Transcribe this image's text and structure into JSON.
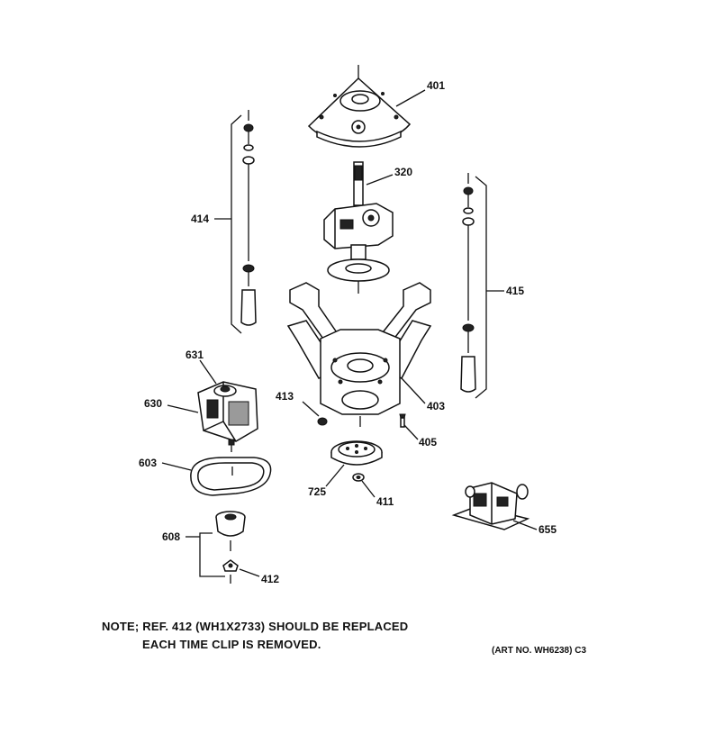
{
  "labels": {
    "p401": "401",
    "p320": "320",
    "p414": "414",
    "p415": "415",
    "p631": "631",
    "p630": "630",
    "p413": "413",
    "p403": "403",
    "p405": "405",
    "p603": "603",
    "p725": "725",
    "p411": "411",
    "p655": "655",
    "p608": "608",
    "p412": "412"
  },
  "note": {
    "line1": "NOTE; REF. 412 (WH1X2733) SHOULD BE REPLACED",
    "line2": "EACH TIME CLIP IS REMOVED."
  },
  "art_number": "(ART NO. WH6238) C3",
  "colors": {
    "ink": "#111111",
    "shade": "#9a9a9a"
  }
}
